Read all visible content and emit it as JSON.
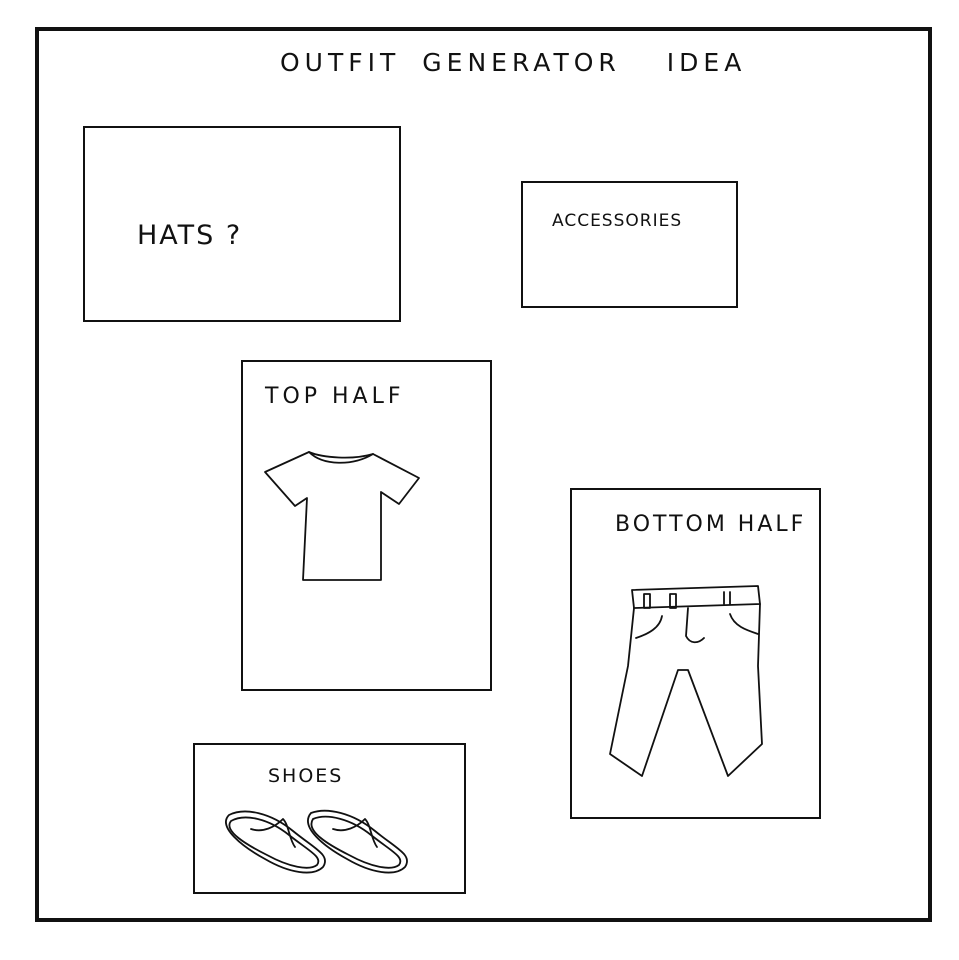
{
  "title": {
    "word1": "OUTFIT",
    "word2": "GENERATOR",
    "word3": "IDEA"
  },
  "boxes": {
    "hats": {
      "label": "HATS ?"
    },
    "accessories": {
      "label": "ACCESSORIES"
    },
    "top_half": {
      "label": "TOP HALF",
      "icon": "t-shirt-icon"
    },
    "bottom_half": {
      "label": "BOTTOM HALF",
      "icon": "pants-icon"
    },
    "shoes": {
      "label": "SHOES",
      "icon": "flip-flops-icon"
    }
  }
}
